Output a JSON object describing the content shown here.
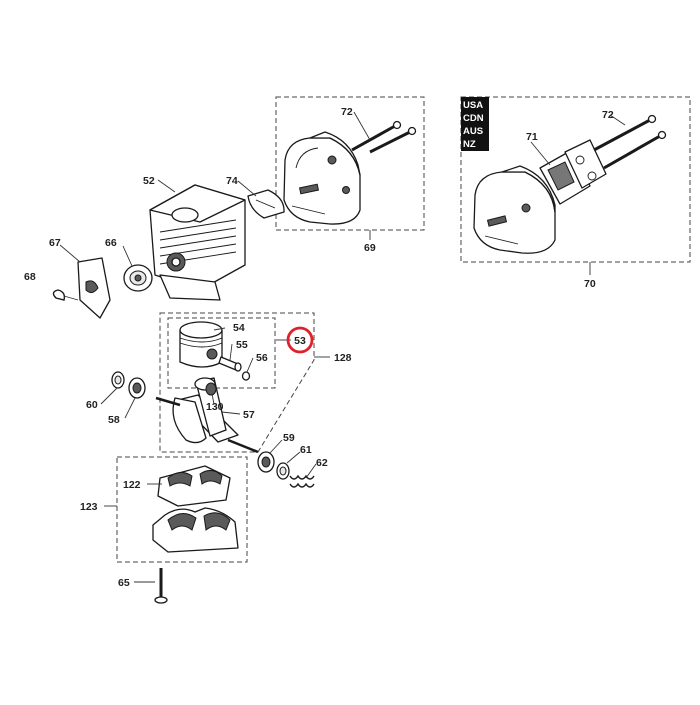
{
  "region_codes": [
    "USA",
    "CDN",
    "AUS",
    "NZ"
  ],
  "part_labels": {
    "p52": "52",
    "p53": "53",
    "p54": "54",
    "p55": "55",
    "p56": "56",
    "p57": "57",
    "p58": "58",
    "p59": "59",
    "p60": "60",
    "p61": "61",
    "p62": "62",
    "p65": "65",
    "p66": "66",
    "p67": "67",
    "p68": "68",
    "p69": "69",
    "p70": "70",
    "p71": "71",
    "p72a": "72",
    "p72b": "72",
    "p74": "74",
    "p122": "122",
    "p123": "123",
    "p128": "128",
    "p130": "130"
  },
  "highlighted_part": "53",
  "colors": {
    "highlight": "#e0202a",
    "line": "#1a1a1a",
    "dark_fill": "#5a5a5a"
  }
}
